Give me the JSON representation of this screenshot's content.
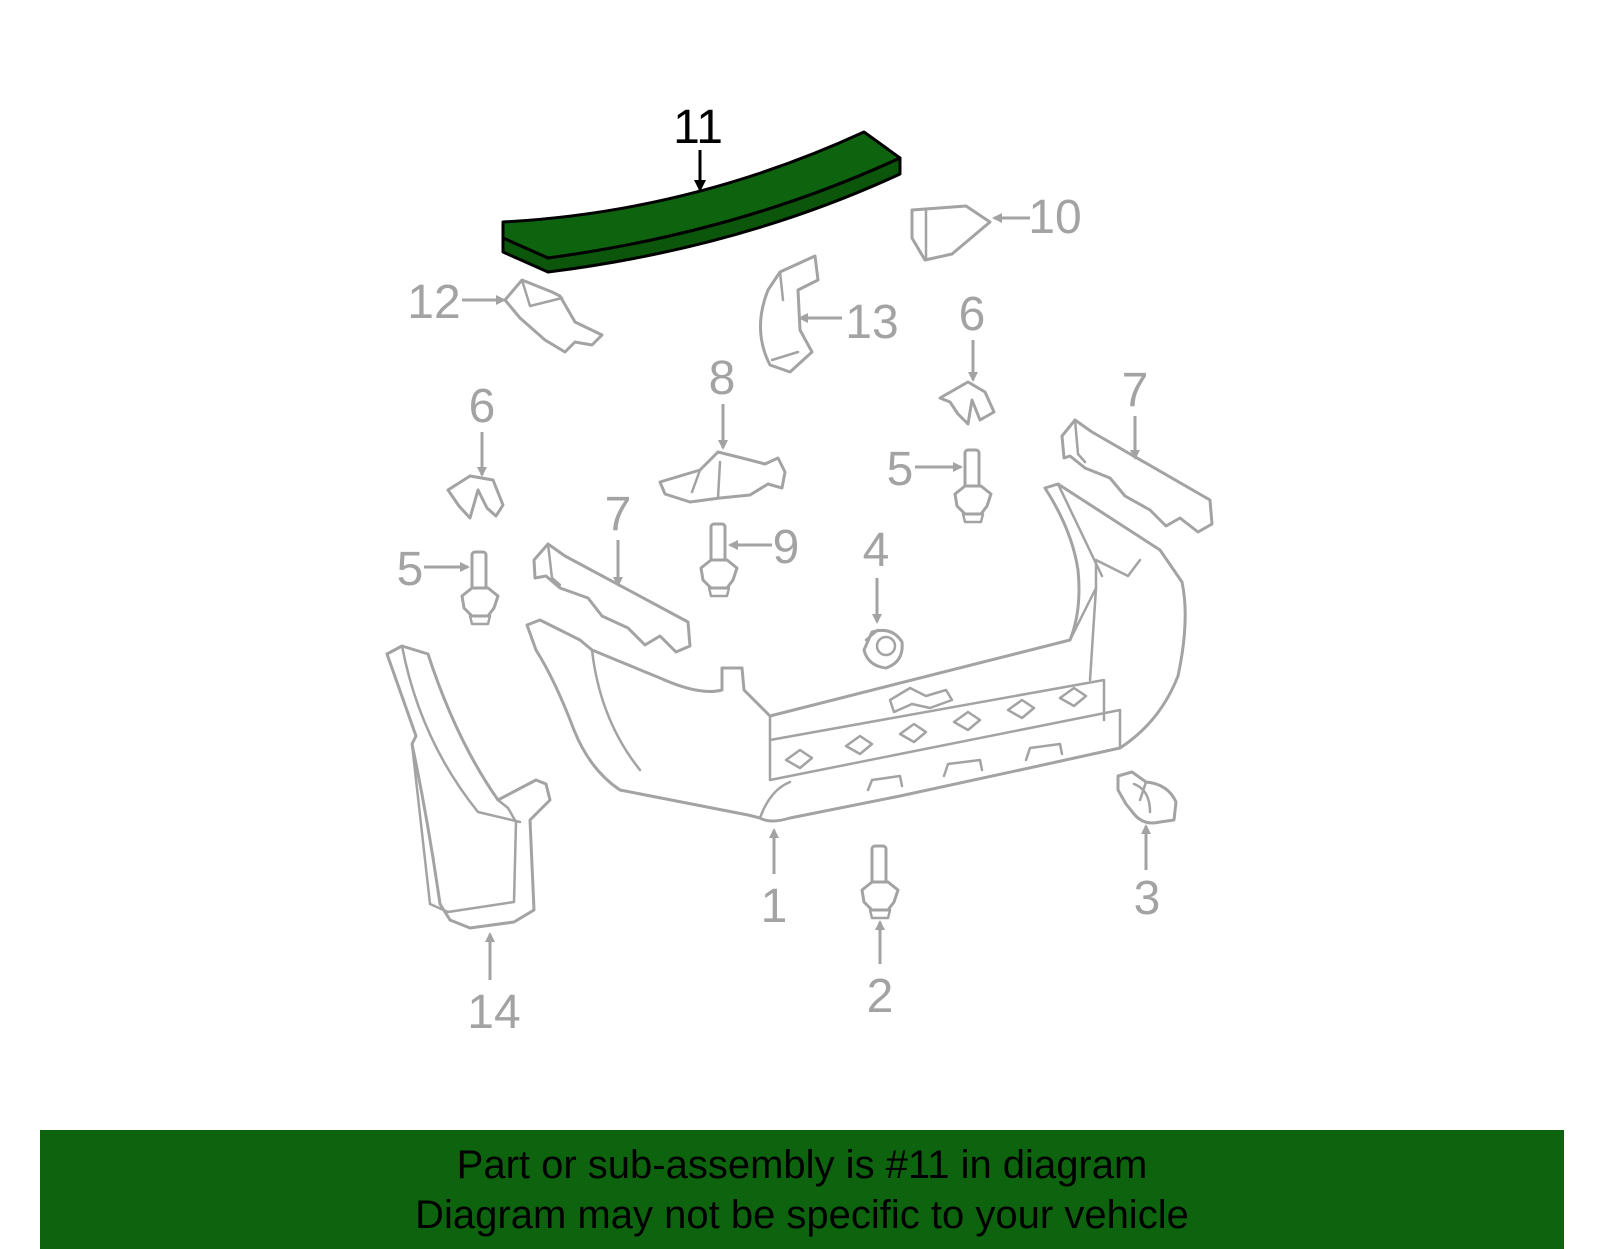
{
  "diagram": {
    "highlight_color": "#0e640e",
    "part_stroke_color": "#a3a3a3",
    "callouts": [
      {
        "id": "c11",
        "label": "11",
        "highlighted": true
      },
      {
        "id": "c10",
        "label": "10"
      },
      {
        "id": "c12",
        "label": "12"
      },
      {
        "id": "c13",
        "label": "13"
      },
      {
        "id": "c6a",
        "label": "6"
      },
      {
        "id": "c6b",
        "label": "6"
      },
      {
        "id": "c8",
        "label": "8"
      },
      {
        "id": "c7a",
        "label": "7"
      },
      {
        "id": "c7b",
        "label": "7"
      },
      {
        "id": "c5a",
        "label": "5"
      },
      {
        "id": "c5b",
        "label": "5"
      },
      {
        "id": "c9",
        "label": "9"
      },
      {
        "id": "c4",
        "label": "4"
      },
      {
        "id": "c1",
        "label": "1"
      },
      {
        "id": "c2",
        "label": "2"
      },
      {
        "id": "c3",
        "label": "3"
      },
      {
        "id": "c14",
        "label": "14"
      }
    ]
  },
  "banner": {
    "line1": "Part or sub-assembly is #11 in diagram",
    "line2": "Diagram may not be specific to your vehicle"
  }
}
